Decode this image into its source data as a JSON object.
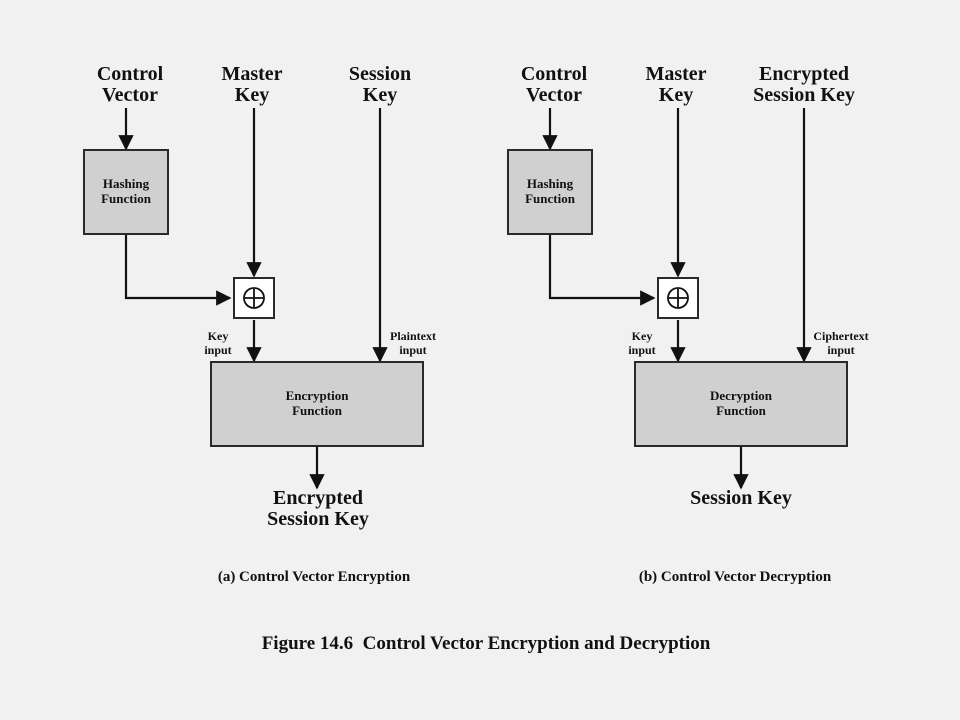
{
  "panel_a": {
    "input_control_vector": "Control\nVector",
    "input_master_key": "Master\nKey",
    "input_session_key": "Session\nKey",
    "hash_box": "Hashing\nFunction",
    "key_input_label": "Key\ninput",
    "data_input_label": "Plaintext\ninput",
    "function_box": "Encryption\nFunction",
    "output": "Encrypted\nSession Key",
    "caption": "(a) Control Vector Encryption"
  },
  "panel_b": {
    "input_control_vector": "Control\nVector",
    "input_master_key": "Master\nKey",
    "input_session_key": "Encrypted\nSession Key",
    "hash_box": "Hashing\nFunction",
    "key_input_label": "Key\ninput",
    "data_input_label": "Ciphertext\ninput",
    "function_box": "Decryption\nFunction",
    "output": "Session Key",
    "caption": "(b) Control Vector Decryption"
  },
  "figure_caption": "Figure 14.6  Control Vector Encryption and Decryption"
}
